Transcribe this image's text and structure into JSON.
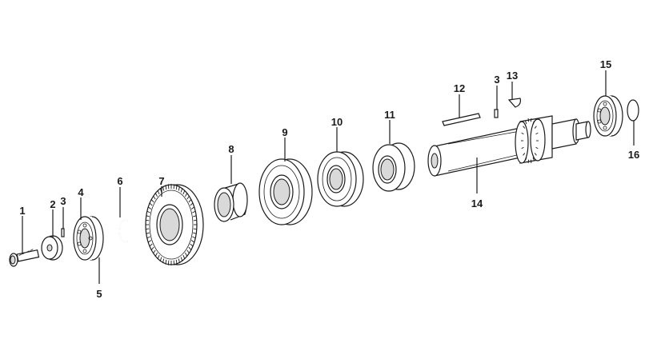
{
  "callouts": [
    {
      "id": "1",
      "label": "1"
    },
    {
      "id": "2",
      "label": "2"
    },
    {
      "id": "3a",
      "label": "3"
    },
    {
      "id": "4",
      "label": "4"
    },
    {
      "id": "5",
      "label": "5"
    },
    {
      "id": "6",
      "label": "6"
    },
    {
      "id": "7",
      "label": "7"
    },
    {
      "id": "8",
      "label": "8"
    },
    {
      "id": "9",
      "label": "9"
    },
    {
      "id": "10",
      "label": "10"
    },
    {
      "id": "11",
      "label": "11"
    },
    {
      "id": "12",
      "label": "12"
    },
    {
      "id": "3b",
      "label": "3"
    },
    {
      "id": "13",
      "label": "13"
    },
    {
      "id": "14",
      "label": "14"
    },
    {
      "id": "15",
      "label": "15"
    },
    {
      "id": "16",
      "label": "16"
    }
  ]
}
